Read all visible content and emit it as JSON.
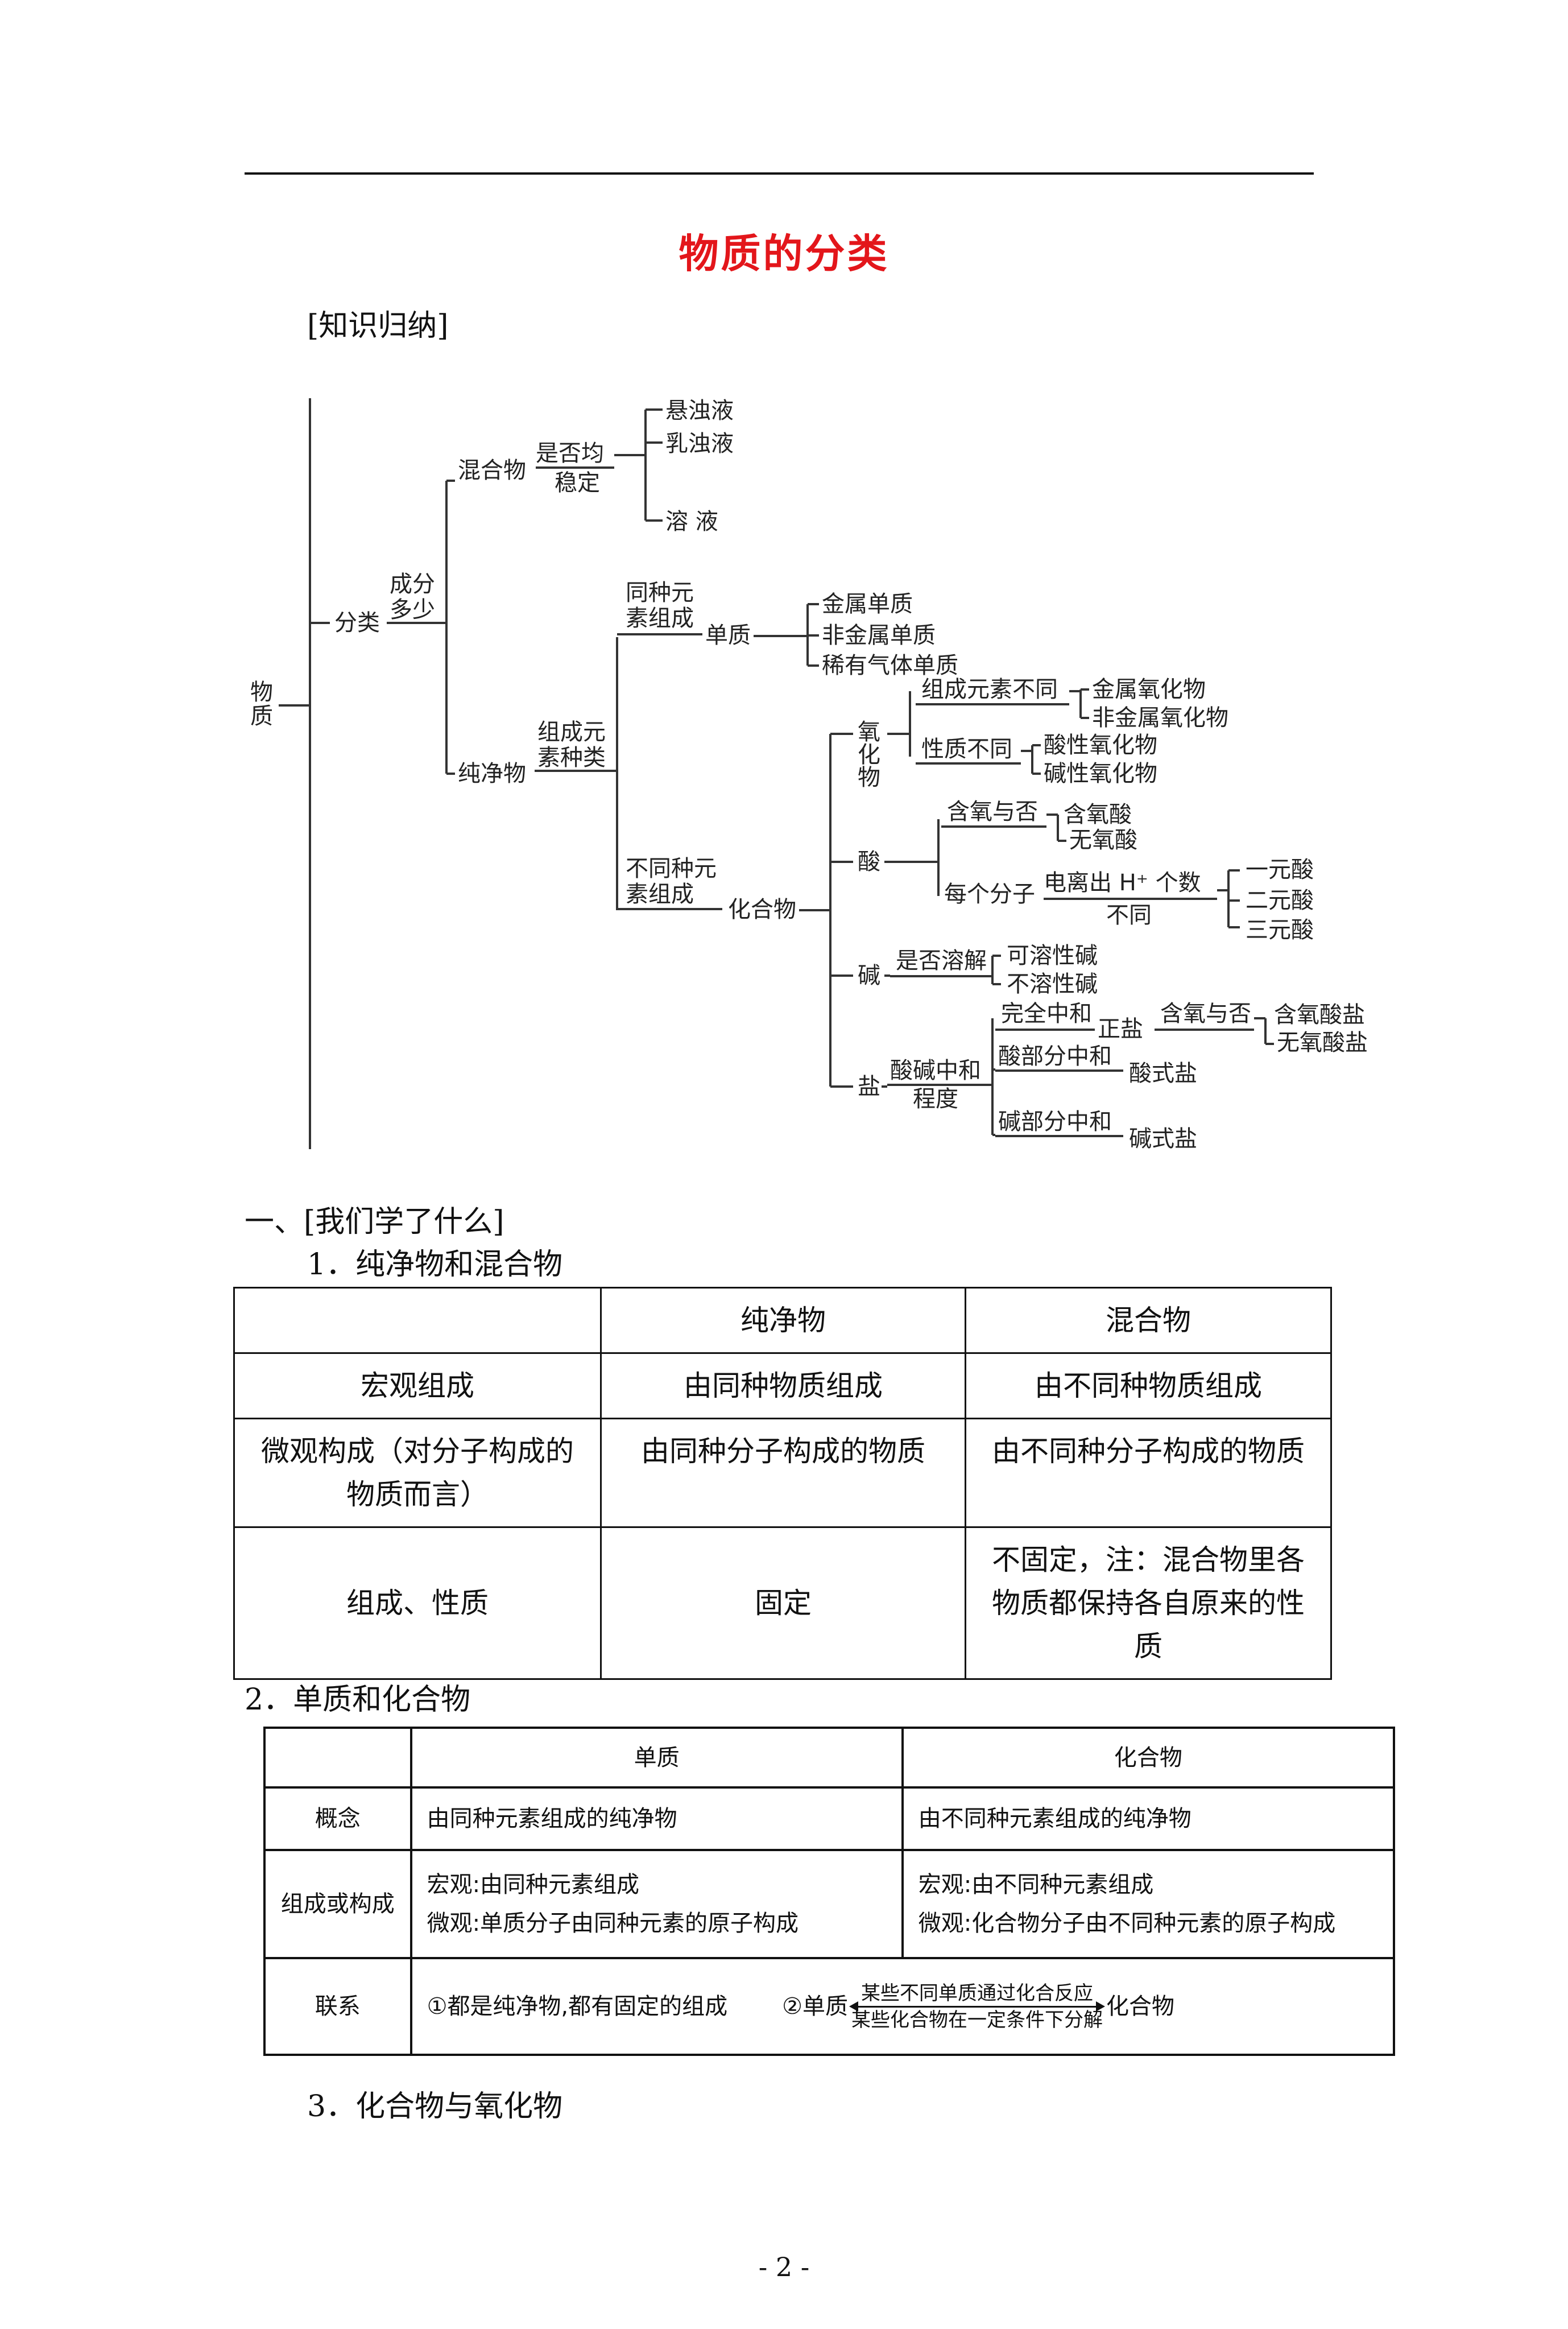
{
  "title": "物质的分类",
  "knowledge_label": "[知识归纳]",
  "tree": {
    "root": "物质",
    "classify": "分类",
    "by_components": [
      "成分",
      "多少"
    ],
    "mixture": "混合物",
    "uniform": [
      "是否均",
      "稳定"
    ],
    "suspension": "悬浊液",
    "emulsion": "乳浊液",
    "solution": "溶    液",
    "pure": "纯净物",
    "element_kinds": [
      "组成元",
      "素种类"
    ],
    "same_element": [
      "同种元",
      "素组成"
    ],
    "simple": "单质",
    "metal_simple": "金属单质",
    "nonmetal_simple": "非金属单质",
    "noble_gas": "稀有气体单质",
    "diff_element": [
      "不同种元",
      "素组成"
    ],
    "compound": "化合物",
    "oxide": [
      "氧",
      "化",
      "物"
    ],
    "by_composition": "组成元素不同",
    "metal_oxide": "金属氧化物",
    "nonmetal_oxide": "非金属氧化物",
    "by_property": "性质不同",
    "acidic_oxide": "酸性氧化物",
    "basic_oxide": "碱性氧化物",
    "acid": "酸",
    "oxygen_or_not": "含氧与否",
    "oxy_acid": "含氧酸",
    "non_oxy_acid": "无氧酸",
    "per_molecule": "每个分子",
    "ionize": "电离出 H⁺ 个数",
    "differ": "不同",
    "mono_acid": "一元酸",
    "di_acid": "二元酸",
    "tri_acid": "三元酸",
    "base": "碱",
    "soluble_or_not": "是否溶解",
    "soluble_base": "可溶性碱",
    "insoluble_base": "不溶性碱",
    "salt": "盐",
    "neutralization": [
      "酸碱中和",
      "程度"
    ],
    "complete": "完全中和",
    "normal_salt": "正盐",
    "oxygen_or_not2": "含氧与否",
    "oxy_salt": "含氧酸盐",
    "non_oxy_salt": "无氧酸盐",
    "acid_partial": "酸部分中和",
    "acid_salt": "酸式盐",
    "base_partial": "碱部分中和",
    "basic_salt": "碱式盐"
  },
  "section1": "一、[我们学了什么]",
  "sub1": "1．纯净物和混合物",
  "table1": {
    "header": [
      "",
      "纯净物",
      "混合物"
    ],
    "rows": [
      [
        "宏观组成",
        "由同种物质组成",
        "由不同种物质组成"
      ],
      [
        "微观构成（对分子构成的物质而言）",
        "由同种分子构成的物质",
        "由不同种分子构成的物质"
      ],
      [
        "组成、性质",
        "固定",
        "不固定，注：混合物里各物质都保持各自原来的性质"
      ]
    ]
  },
  "sub2": "2．单质和化合物",
  "table2": {
    "header": [
      "",
      "单质",
      "化合物"
    ],
    "concept": [
      "概念",
      "由同种元素组成的纯净物",
      "由不同种元素组成的纯净物"
    ],
    "composition_label": "组成或构成",
    "simple_macro": "宏观:由同种元素组成",
    "simple_micro": "微观:单质分子由同种元素的原子构成",
    "compound_macro": "宏观:由不同种元素组成",
    "compound_micro": "微观:化合物分子由不同种元素的原子构成",
    "relation_label": "联系",
    "relation1": "①都是纯净物,都有固定的组成",
    "relation2_left": "②单质",
    "relation2_top": "某些不同单质通过化合反应",
    "relation2_bottom": "某些化合物在一定条件下分解",
    "relation2_right": "化合物"
  },
  "sub3": "3．化合物与氧化物",
  "page_number": "- 2 -"
}
